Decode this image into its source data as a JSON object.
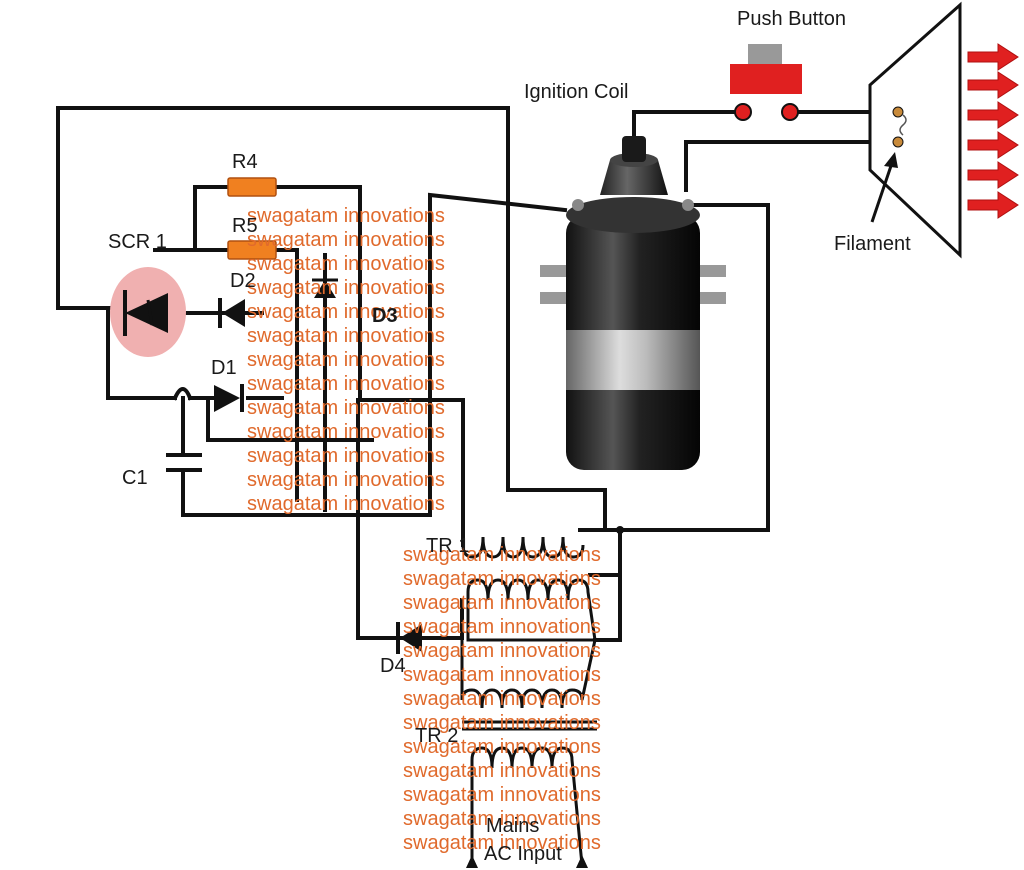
{
  "labels": {
    "push_button": "Push Button",
    "ignition_coil": "Ignition Coil",
    "filament": "Filament",
    "r4": "R4",
    "r5": "R5",
    "scr1": "SCR 1",
    "d2": "D2",
    "d3": "D3",
    "d1": "D1",
    "c1": "C1",
    "tr1": "TR 1",
    "d4": "D4",
    "tr2": "TR 2",
    "mains": "Mains",
    "ac_input": "AC Input"
  },
  "watermark": "swagatam innovations",
  "colors": {
    "wire": "#111111",
    "resistor": "#f08020",
    "watermark": "#e06a2c",
    "arrow": "#e02020",
    "button": "#e02020",
    "scr_highlight": "#f0b0b0"
  }
}
